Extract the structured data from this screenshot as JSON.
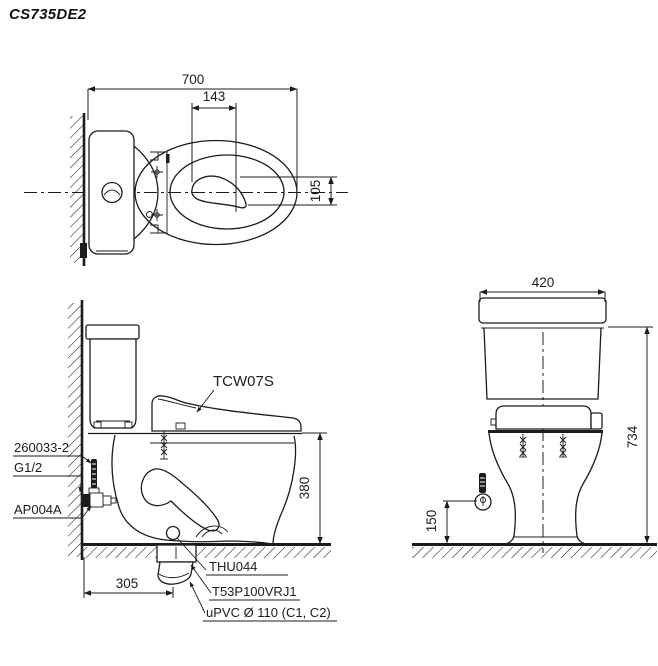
{
  "title": "CS735DE2",
  "colors": {
    "ink": "#1c1c1c",
    "background": "#ffffff"
  },
  "views": {
    "top": {
      "dim_overall_depth": "700",
      "dim_water_spot_length": "143",
      "dim_water_spot_width": "105"
    },
    "side": {
      "dim_seat_height": "380",
      "dim_outlet_from_wall": "305",
      "label_washlet": "TCW07S",
      "label_supply_pipe": "260033-2",
      "label_thread": "G1/2",
      "label_stop_valve": "AP004A",
      "label_flange": "THU044",
      "label_joint": "T53P100VRJ1",
      "label_drain": "uPVC Ø 110 (C1, C2)"
    },
    "front": {
      "dim_width": "420",
      "dim_height_total": "734",
      "dim_valve_height": "150"
    }
  }
}
